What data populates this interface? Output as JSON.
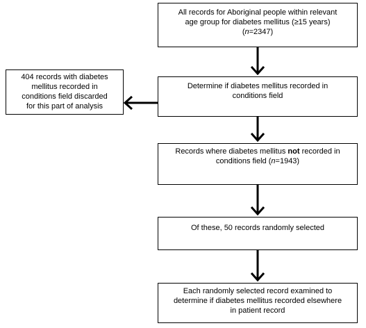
{
  "flowchart": {
    "box1": {
      "line1": "All records for Aboriginal people within relevant",
      "line2": "age group for diabetes mellitus (≥15 years)",
      "n_prefix": "(",
      "n_var": "n",
      "n_suffix": "=2347)"
    },
    "box2": {
      "line1": "Determine if diabetes mellitus recorded in",
      "line2": "conditions field"
    },
    "box3": {
      "line1_a": "Records where diabetes mellitus ",
      "line1_bold": "not",
      "line1_b": " recorded in",
      "line2_a": "conditions field (",
      "n_var": "n",
      "line2_b": "=1943)"
    },
    "box4": {
      "line1": "Of these, 50 records randomly selected"
    },
    "box5": {
      "line1": "Each randomly selected record examined to",
      "line2": "determine if diabetes mellitus recorded elsewhere",
      "line3": "in patient record"
    },
    "side_box": {
      "line1": "404 records with diabetes",
      "line2": "mellitus recorded in",
      "line3": "conditions field discarded",
      "line4": "for this part of analysis"
    }
  }
}
